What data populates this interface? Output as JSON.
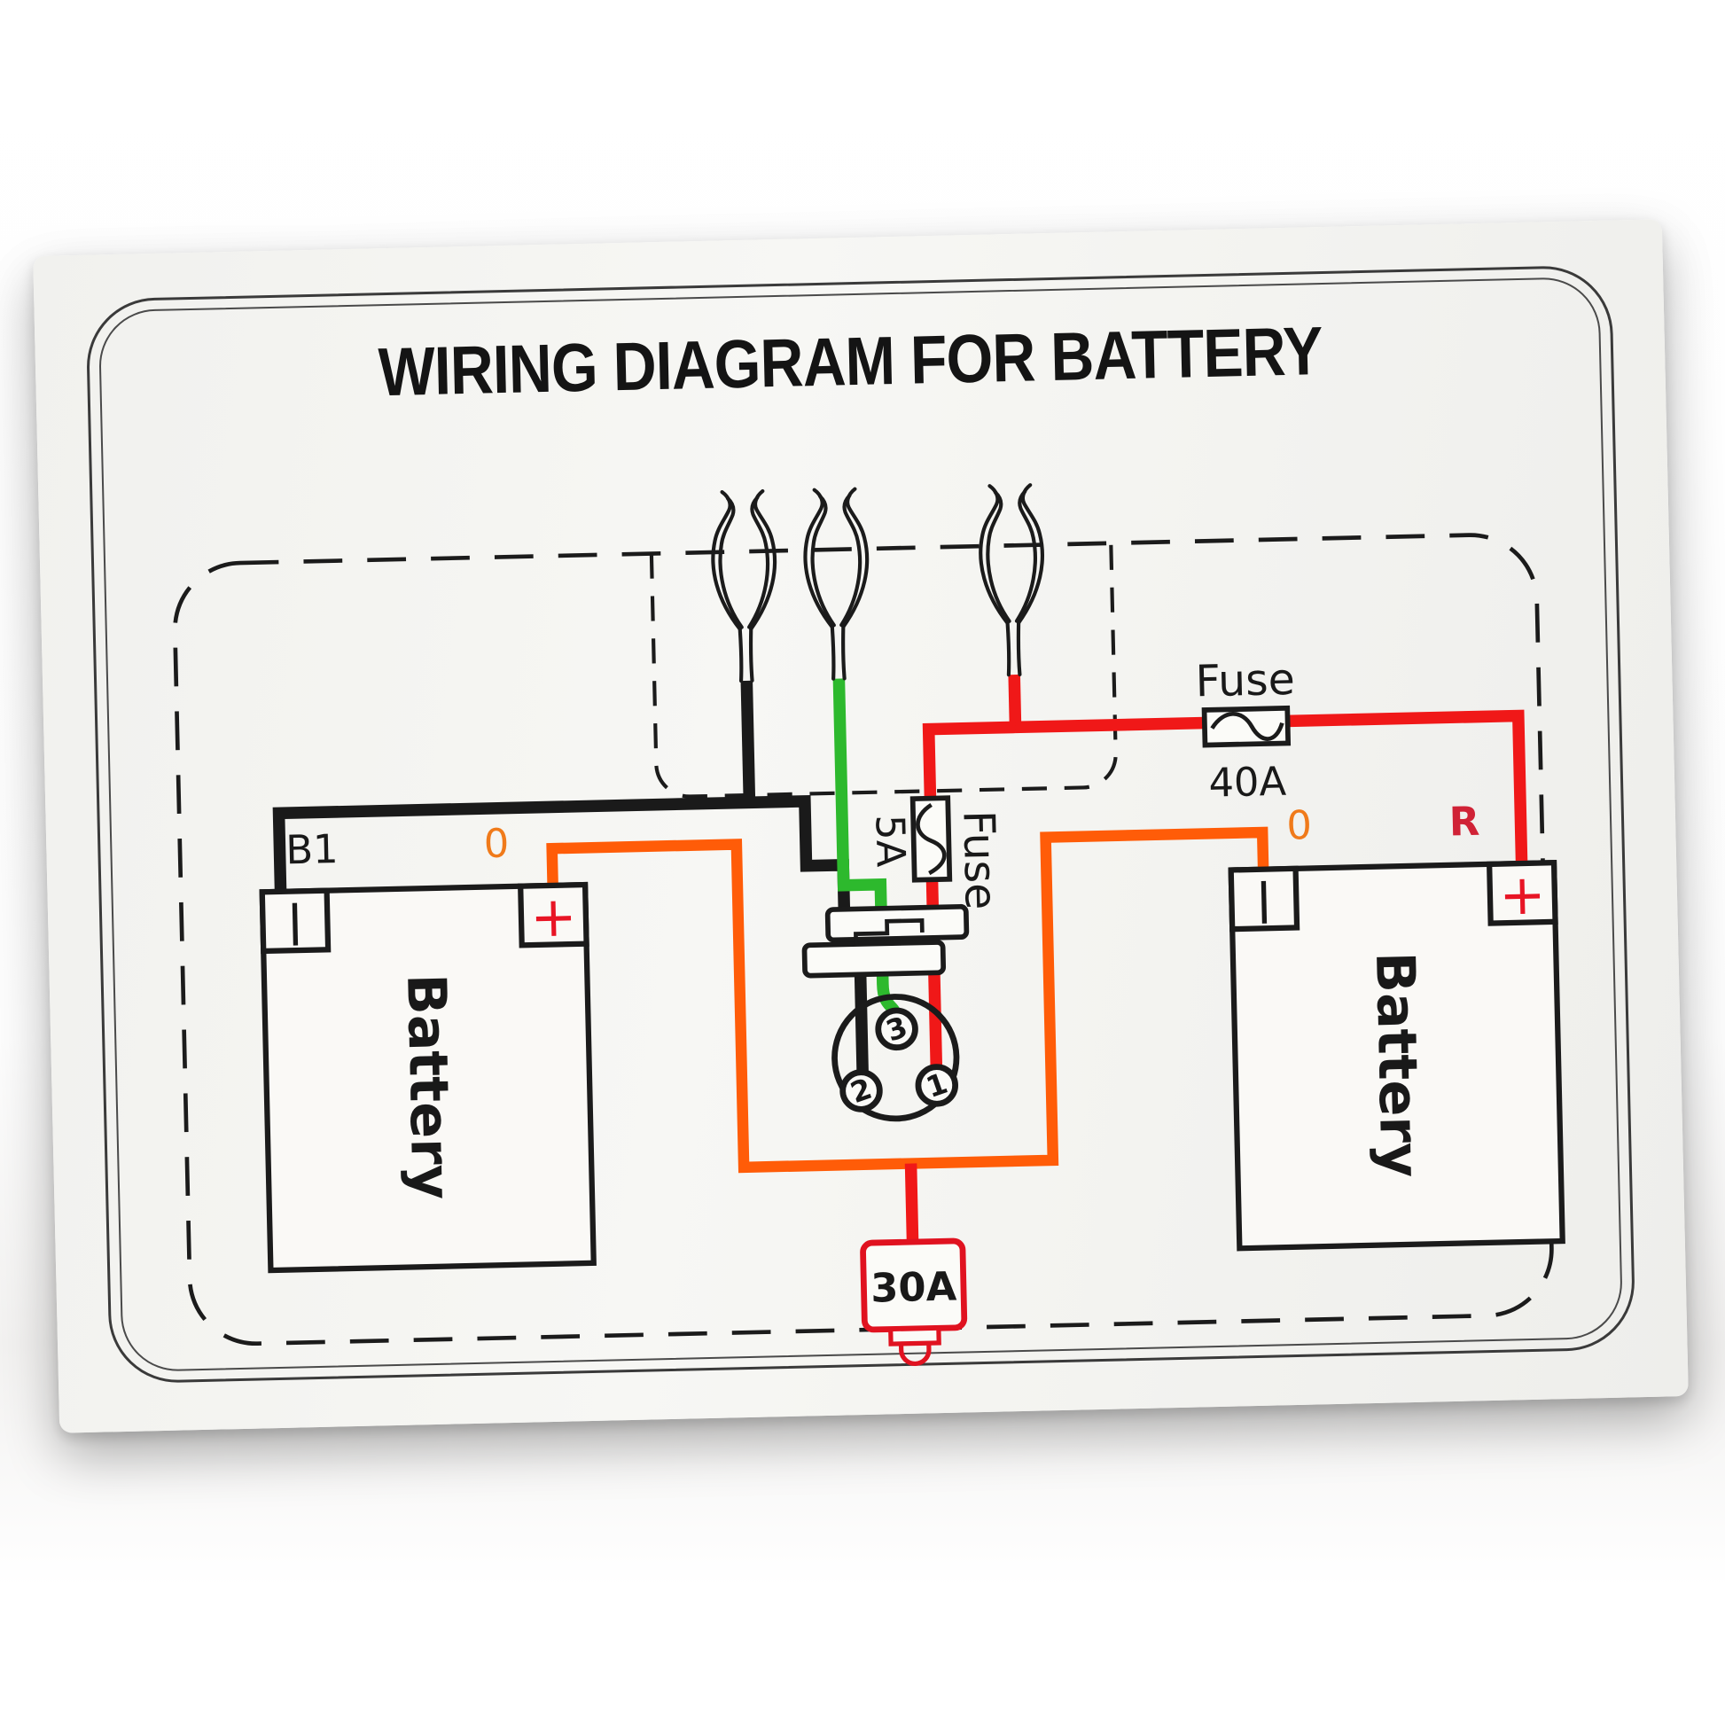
{
  "colors": {
    "wire_black": "#1a1a1a",
    "wire_green": "#2db92d",
    "wire_red": "#f01818",
    "wire_orange": "#ff5c08",
    "label_orange": "#f07a1a",
    "label_red": "#d02236",
    "terminal_plus_red": "#e81525",
    "breaker_red": "#e01220",
    "line_dark": "#1b1b1b"
  },
  "card": {
    "title": "WIRING DIAGRAM FOR BATTERY"
  },
  "diagram": {
    "left_battery": {
      "label": "Battery",
      "wire_label": "B1",
      "neg_mark": "|",
      "pos_mark": "+",
      "pos_wire_label": "0"
    },
    "right_battery": {
      "label": "Battery",
      "neg_mark": "|",
      "pos_mark": "+",
      "neg_wire_label": "0",
      "pos_wire_label": "R"
    },
    "fuse_40a": {
      "label": "Fuse",
      "rating": "40A"
    },
    "fuse_5a": {
      "label": "Fuse",
      "rating": "5A"
    },
    "breaker_30a": {
      "rating": "30A"
    },
    "ignition_switch": {
      "terminals": [
        "1",
        "2",
        "3"
      ]
    }
  }
}
